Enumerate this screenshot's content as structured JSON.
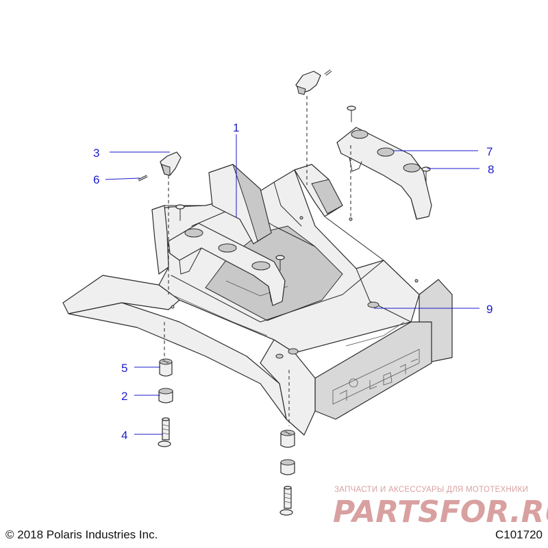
{
  "diagram": {
    "callouts": [
      {
        "id": "1",
        "label": "1"
      },
      {
        "id": "2",
        "label": "2"
      },
      {
        "id": "3",
        "label": "3"
      },
      {
        "id": "4",
        "label": "4"
      },
      {
        "id": "5",
        "label": "5"
      },
      {
        "id": "6",
        "label": "6"
      },
      {
        "id": "7",
        "label": "7"
      },
      {
        "id": "8",
        "label": "8"
      },
      {
        "id": "9",
        "label": "9"
      }
    ],
    "colors": {
      "callout": "#1a1acc",
      "line": "#2a2a2a",
      "part_fill": "#efefef",
      "watermark": "#d9a0a0"
    }
  },
  "footer": {
    "copyright": "© 2018 Polaris Industries Inc.",
    "figure_code": "C101720"
  },
  "watermark": {
    "tagline": "ЗАПЧАСТИ И АКСЕССУАРЫ ДЛЯ МОТОТЕХНИКИ",
    "brand": "PARTSFOR.RU"
  }
}
